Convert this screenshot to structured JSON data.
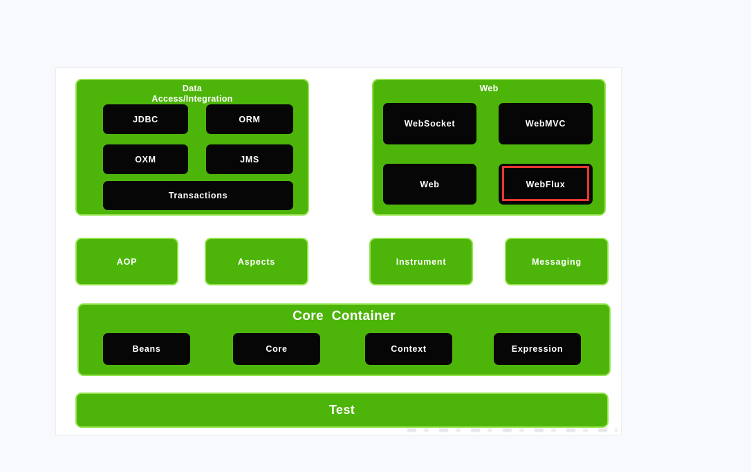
{
  "colors": {
    "page_bg": "#f7f9fc",
    "card_bg": "#ffffff",
    "green": "#4db50a",
    "green_light": "#93e24b",
    "module_black": "#060606",
    "text": "#ffffff",
    "highlight_red": "#e8382f"
  },
  "diagram": {
    "data_access": {
      "title_line1": "Data",
      "title_line2": "Access/Integration",
      "modules": [
        "JDBC",
        "ORM",
        "OXM",
        "JMS",
        "Transactions"
      ]
    },
    "web": {
      "title": "Web",
      "modules": [
        "WebSocket",
        "WebMVC",
        "Web",
        "WebFlux"
      ],
      "highlighted_module": "WebFlux"
    },
    "middle_modules": [
      "AOP",
      "Aspects",
      "Instrument",
      "Messaging"
    ],
    "core_container": {
      "title": "Core Container",
      "modules": [
        "Beans",
        "Core",
        "Context",
        "Expression"
      ]
    },
    "test": {
      "title": "Test"
    }
  }
}
